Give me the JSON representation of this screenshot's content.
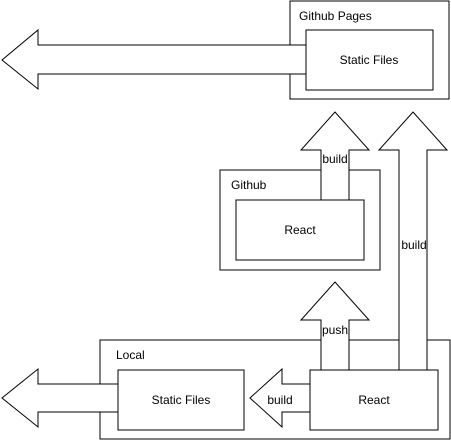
{
  "containers": {
    "github_pages": "Github Pages",
    "github": "Github",
    "local": "Local"
  },
  "nodes": {
    "pages_static_files": "Static Files",
    "github_react": "React",
    "local_static_files": "Static Files",
    "local_react": "React"
  },
  "arrows": {
    "github_to_pages": "build",
    "local_to_pages": "build",
    "local_to_github": "push",
    "react_to_static": "build"
  },
  "colors": {
    "stroke": "#000000",
    "fill": "#ffffff"
  }
}
